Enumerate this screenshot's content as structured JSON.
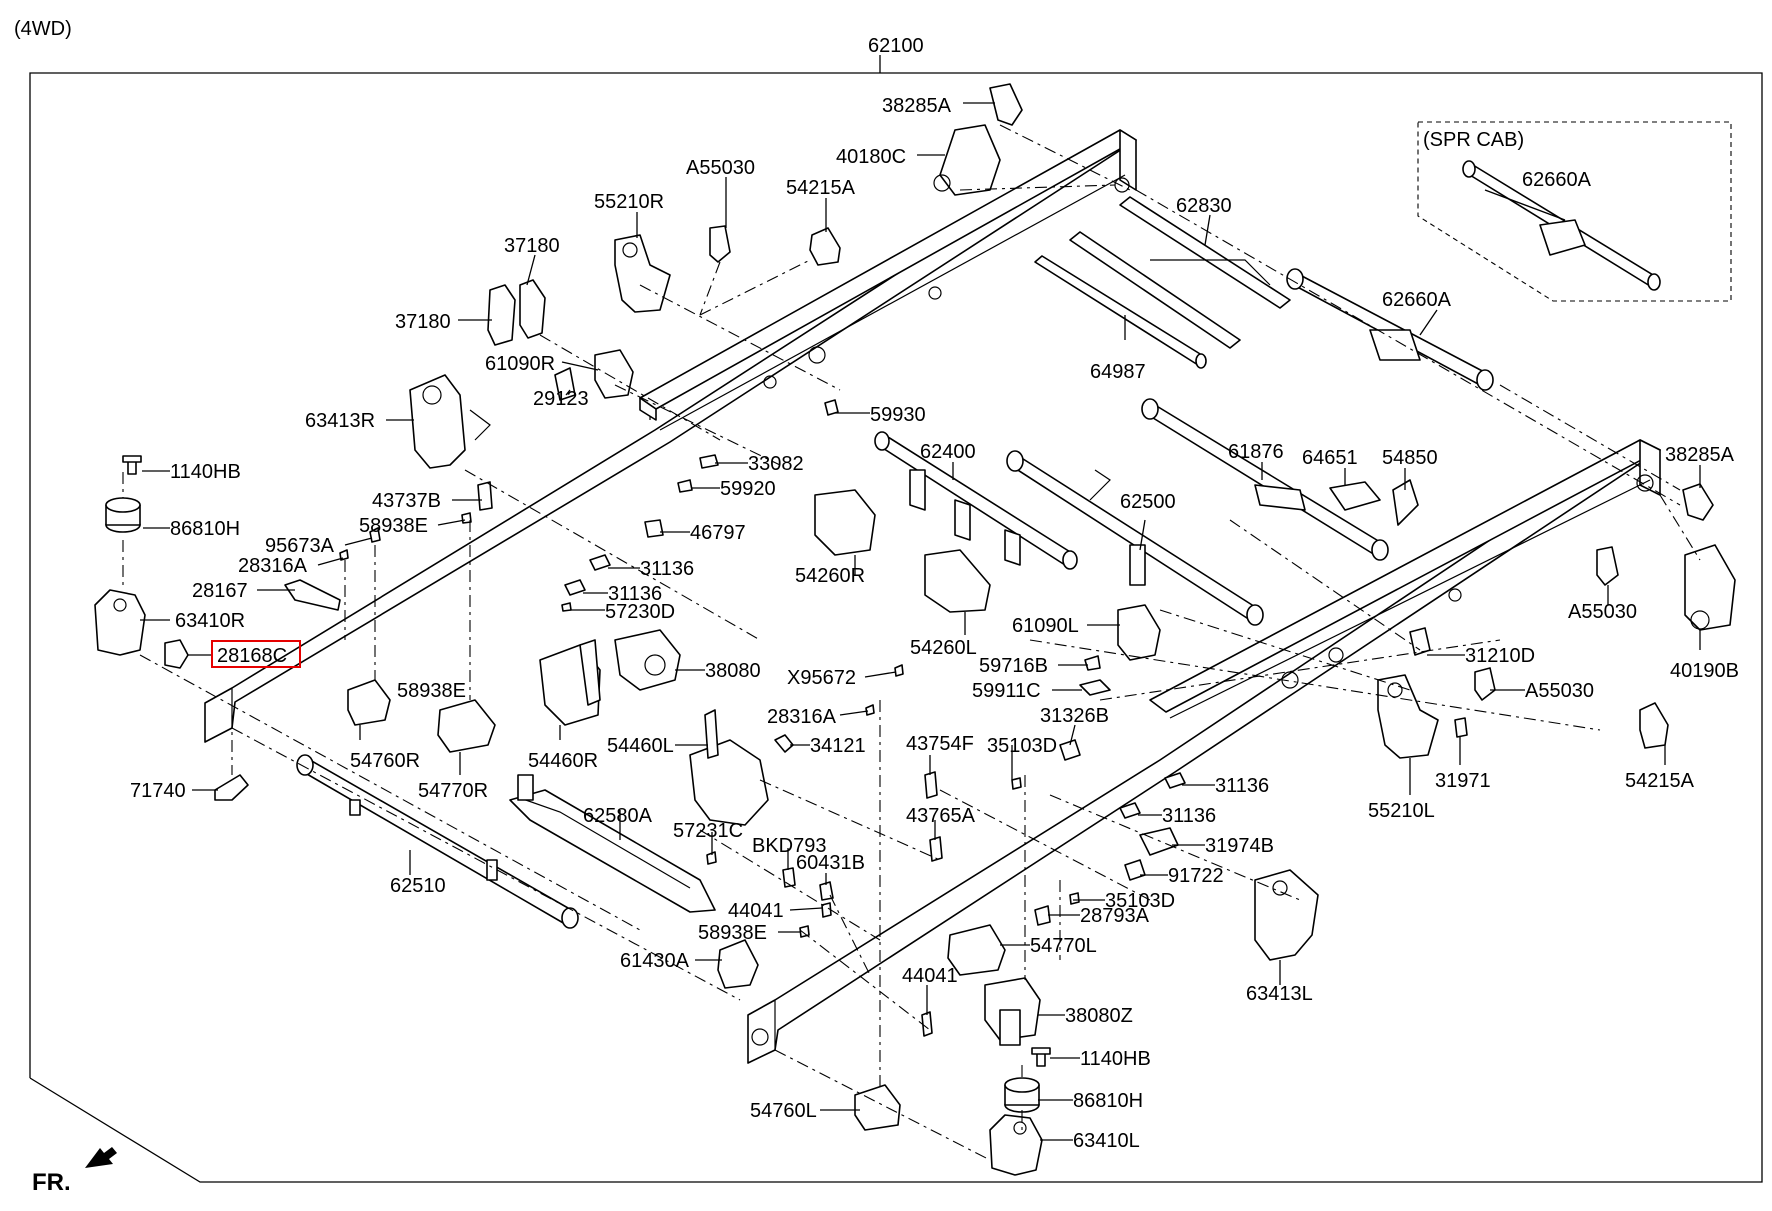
{
  "header": {
    "variant": "(4WD)"
  },
  "callouts": {
    "frame": "62100",
    "spr_cab": "(SPR CAB)",
    "fr": "FR.",
    "highlight_color": "#e60000",
    "labels": {
      "l_38285A_t": "38285A",
      "l_40180C": "40180C",
      "l_A55030_t": "A55030",
      "l_54215A_t": "54215A",
      "l_55210R": "55210R",
      "l_37180_a": "37180",
      "l_37180_b": "37180",
      "l_62830": "62830",
      "l_62660A_a": "62660A",
      "l_62660A_b": "62660A",
      "l_61090R": "61090R",
      "l_29123": "29123",
      "l_64987": "64987",
      "l_63413R": "63413R",
      "l_59930": "59930",
      "l_62400": "62400",
      "l_61876": "61876",
      "l_64651": "64651",
      "l_54850": "54850",
      "l_38285A_r": "38285A",
      "l_1140HB_l": "1140HB",
      "l_33082": "33082",
      "l_59920": "59920",
      "l_43737B": "43737B",
      "l_58938E_a": "58938E",
      "l_46797": "46797",
      "l_62500": "62500",
      "l_86810H_l": "86810H",
      "l_95673A": "95673A",
      "l_28316A_a": "28316A",
      "l_31136_a": "31136",
      "l_31136_b": "31136",
      "l_54260R": "54260R",
      "l_A55030_r": "A55030",
      "l_28167": "28167",
      "l_57230D": "57230D",
      "l_63410R": "63410R",
      "l_61090L": "61090L",
      "l_54260L": "54260L",
      "l_28168C": "28168C",
      "l_38080": "38080",
      "l_59716B": "59716B",
      "l_31210D": "31210D",
      "l_X95672": "X95672",
      "l_59911C": "59911C",
      "l_40190B": "40190B",
      "l_58938E_b": "58938E",
      "l_A55030_b": "A55030",
      "l_28316A_b": "28316A",
      "l_31326B": "31326B",
      "l_54460L": "54460L",
      "l_34121": "34121",
      "l_43754F": "43754F",
      "l_35103D_a": "35103D",
      "l_54760R": "54760R",
      "l_54460R": "54460R",
      "l_54770R": "54770R",
      "l_31971": "31971",
      "l_54215A_b": "54215A",
      "l_31136_c": "31136",
      "l_71740": "71740",
      "l_62580A": "62580A",
      "l_43765A": "43765A",
      "l_31136_d": "31136",
      "l_55210L": "55210L",
      "l_57231C": "57231C",
      "l_BKD793": "BKD793",
      "l_31974B": "31974B",
      "l_60431B": "60431B",
      "l_62510": "62510",
      "l_91722": "91722",
      "l_44041_a": "44041",
      "l_35103D_b": "35103D",
      "l_58938E_c": "58938E",
      "l_28793A": "28793A",
      "l_54770L": "54770L",
      "l_61430A": "61430A",
      "l_44041_b": "44041",
      "l_63413L": "63413L",
      "l_38080Z": "38080Z",
      "l_1140HB_b": "1140HB",
      "l_86810H_b": "86810H",
      "l_54760L": "54760L",
      "l_63410L": "63410L"
    }
  }
}
